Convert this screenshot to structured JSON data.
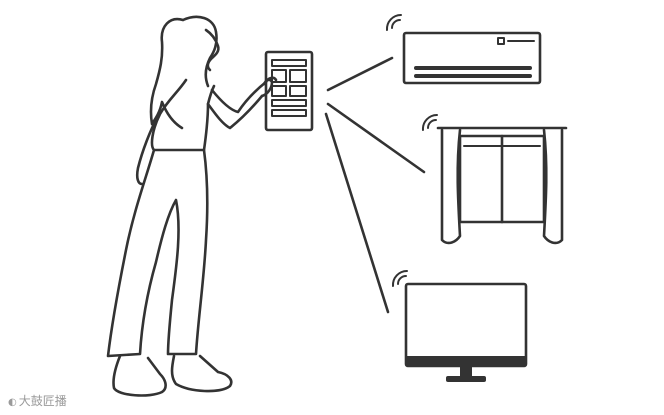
{
  "scene": {
    "devices": [
      {
        "id": "air-conditioner",
        "icon": "air-conditioner-icon"
      },
      {
        "id": "curtains",
        "icon": "curtain-icon"
      },
      {
        "id": "television",
        "icon": "tv-monitor-icon"
      }
    ],
    "stroke_color": "#333333",
    "background_color": "#ffffff"
  },
  "watermark": {
    "text": "大鼓匠播",
    "icon": "watermark-logo-icon"
  }
}
